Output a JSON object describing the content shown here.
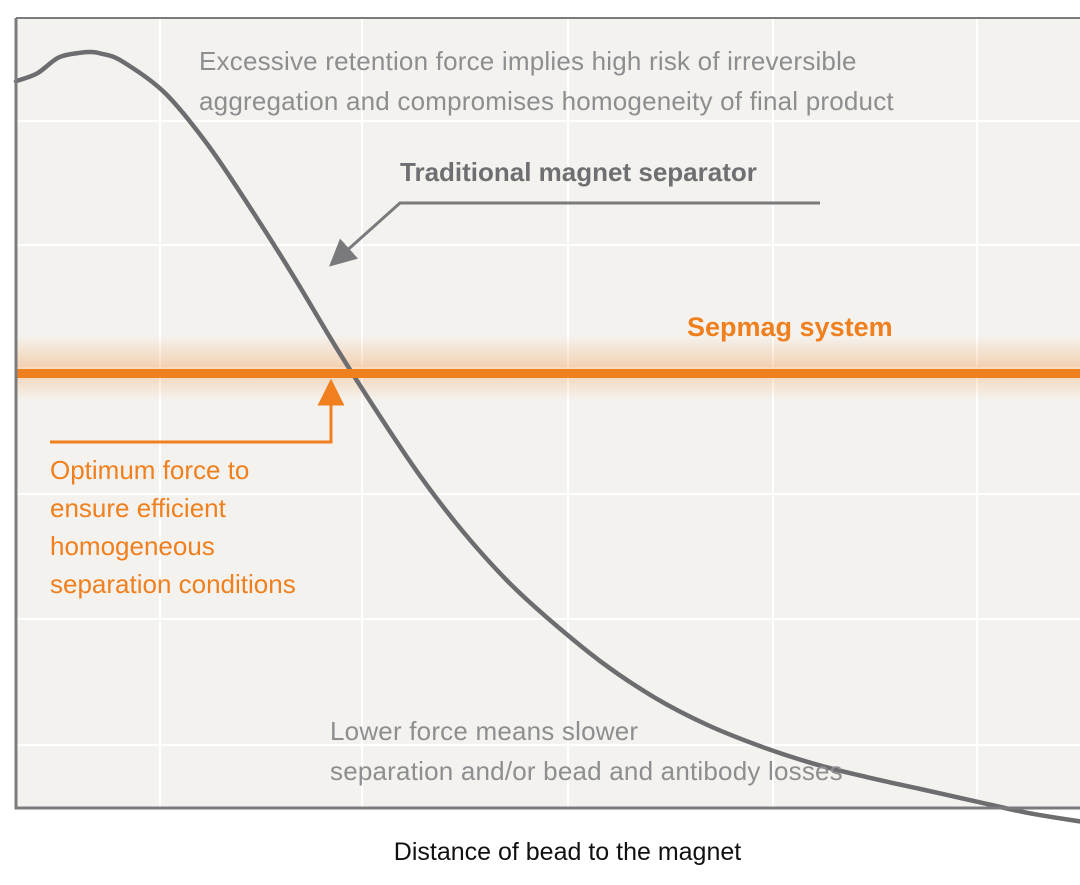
{
  "chart_data": {
    "type": "line",
    "title": "",
    "xlabel": "Distance of bead to the magnet",
    "ylabel": "",
    "xlim": [
      0,
      100
    ],
    "ylim": [
      0,
      100
    ],
    "grid": true,
    "x_ticks_labeled": false,
    "y_ticks_labeled": false,
    "series": [
      {
        "name": "Traditional magnet separator",
        "color": "#6d6d70",
        "x": [
          0,
          2,
          4,
          6,
          7,
          8,
          10,
          14,
          18,
          22,
          26,
          30,
          34,
          38,
          42,
          46,
          50,
          55,
          60,
          65,
          70,
          75,
          80,
          85,
          90,
          95,
          100
        ],
        "y": [
          92,
          93,
          95,
          95.6,
          95.7,
          95.5,
          94.5,
          90.5,
          84,
          76,
          67.5,
          58.5,
          50,
          42,
          35,
          29,
          24,
          18.5,
          14,
          10.5,
          7.8,
          5.6,
          3.9,
          2.4,
          0.9,
          -0.6,
          -1.7
        ]
      },
      {
        "name": "Sepmag system",
        "color": "#f07f1e",
        "x": [
          0,
          100
        ],
        "y": [
          55,
          55
        ]
      }
    ],
    "annotations": [
      {
        "id": "excessive",
        "lines": [
          "Excessive retention force implies high risk of irreversible",
          "aggregation and compromises homogeneity of final product"
        ]
      },
      {
        "id": "traditional",
        "lines": [
          "Traditional magnet separator"
        ]
      },
      {
        "id": "sepmag",
        "lines": [
          "Sepmag system"
        ]
      },
      {
        "id": "optimum",
        "lines": [
          "Optimum force to",
          "ensure efficient",
          "homogeneous",
          "separation conditions"
        ]
      },
      {
        "id": "lower",
        "lines": [
          "Lower force means slower",
          "separation and/or bead and antibody losses"
        ]
      }
    ],
    "colors": {
      "background": "#f4f2ee",
      "grid": "#ffffff",
      "frame": "#7b7b7d",
      "curve": "#6d6d70",
      "sepmag": "#f07f1e",
      "arrow": "#7a7a7c"
    }
  }
}
